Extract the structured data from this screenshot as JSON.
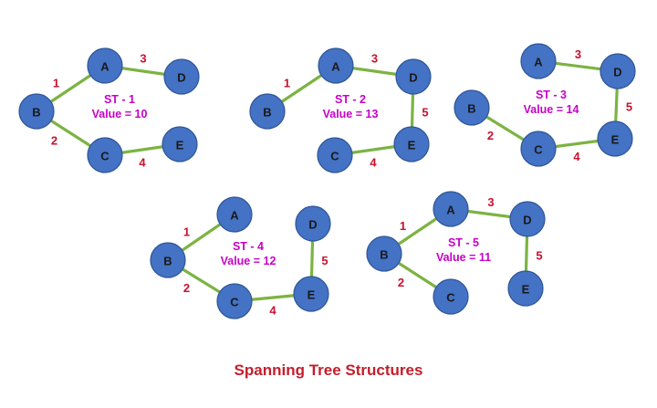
{
  "title": "Spanning Tree Structures",
  "colors": {
    "node_fill": "#4472c4",
    "edge": "#7cb342",
    "weight": "#c8102e",
    "caption": "#c800c8",
    "title": "#c41e2a"
  },
  "trees": [
    {
      "name": "ST - 1",
      "value": "Value = 10",
      "nodes": [
        "A",
        "B",
        "C",
        "D",
        "E"
      ],
      "edges": [
        {
          "from": "B",
          "to": "A",
          "weight": "1"
        },
        {
          "from": "A",
          "to": "D",
          "weight": "3"
        },
        {
          "from": "B",
          "to": "C",
          "weight": "2"
        },
        {
          "from": "C",
          "to": "E",
          "weight": "4"
        }
      ]
    },
    {
      "name": "ST - 2",
      "value": "Value = 13",
      "nodes": [
        "A",
        "B",
        "C",
        "D",
        "E"
      ],
      "edges": [
        {
          "from": "B",
          "to": "A",
          "weight": "1"
        },
        {
          "from": "A",
          "to": "D",
          "weight": "3"
        },
        {
          "from": "D",
          "to": "E",
          "weight": "5"
        },
        {
          "from": "C",
          "to": "E",
          "weight": "4"
        }
      ]
    },
    {
      "name": "ST - 3",
      "value": "Value = 14",
      "nodes": [
        "A",
        "B",
        "C",
        "D",
        "E"
      ],
      "edges": [
        {
          "from": "A",
          "to": "D",
          "weight": "3"
        },
        {
          "from": "D",
          "to": "E",
          "weight": "5"
        },
        {
          "from": "B",
          "to": "C",
          "weight": "2"
        },
        {
          "from": "C",
          "to": "E",
          "weight": "4"
        }
      ]
    },
    {
      "name": "ST - 4",
      "value": "Value = 12",
      "nodes": [
        "A",
        "B",
        "C",
        "D",
        "E"
      ],
      "edges": [
        {
          "from": "B",
          "to": "A",
          "weight": "1"
        },
        {
          "from": "B",
          "to": "C",
          "weight": "2"
        },
        {
          "from": "C",
          "to": "E",
          "weight": "4"
        },
        {
          "from": "D",
          "to": "E",
          "weight": "5"
        }
      ]
    },
    {
      "name": "ST - 5",
      "value": "Value = 11",
      "nodes": [
        "A",
        "B",
        "C",
        "D",
        "E"
      ],
      "edges": [
        {
          "from": "B",
          "to": "A",
          "weight": "1"
        },
        {
          "from": "A",
          "to": "D",
          "weight": "3"
        },
        {
          "from": "B",
          "to": "C",
          "weight": "2"
        },
        {
          "from": "D",
          "to": "E",
          "weight": "5"
        }
      ]
    }
  ]
}
